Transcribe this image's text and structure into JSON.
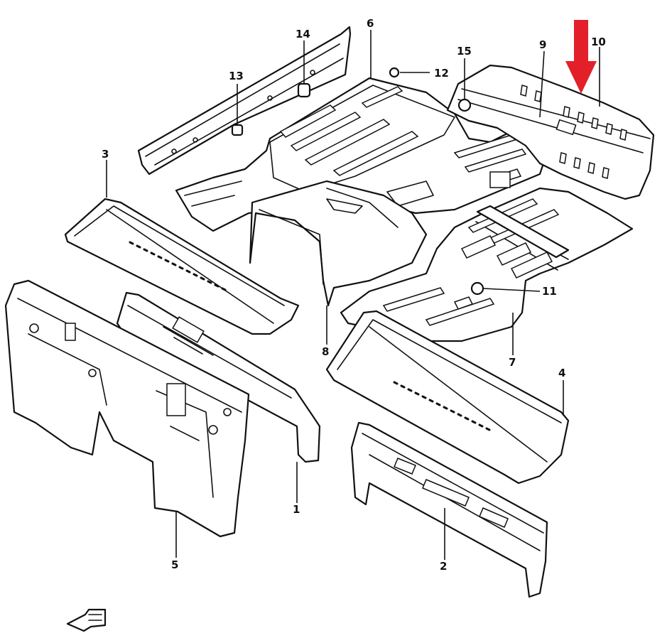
{
  "diagram": {
    "accent_color": "#e3202a",
    "callouts": [
      {
        "id": "1",
        "label": "1"
      },
      {
        "id": "2",
        "label": "2"
      },
      {
        "id": "3",
        "label": "3"
      },
      {
        "id": "4",
        "label": "4"
      },
      {
        "id": "5",
        "label": "5"
      },
      {
        "id": "6",
        "label": "6"
      },
      {
        "id": "7",
        "label": "7"
      },
      {
        "id": "8",
        "label": "8"
      },
      {
        "id": "9",
        "label": "9"
      },
      {
        "id": "10",
        "label": "10"
      },
      {
        "id": "11",
        "label": "11"
      },
      {
        "id": "12",
        "label": "12"
      },
      {
        "id": "13",
        "label": "13"
      },
      {
        "id": "14",
        "label": "14"
      },
      {
        "id": "15",
        "label": "15"
      }
    ],
    "icons": {
      "front_direction": "front-arrow-icon",
      "highlight": "red-down-arrow-icon"
    }
  }
}
